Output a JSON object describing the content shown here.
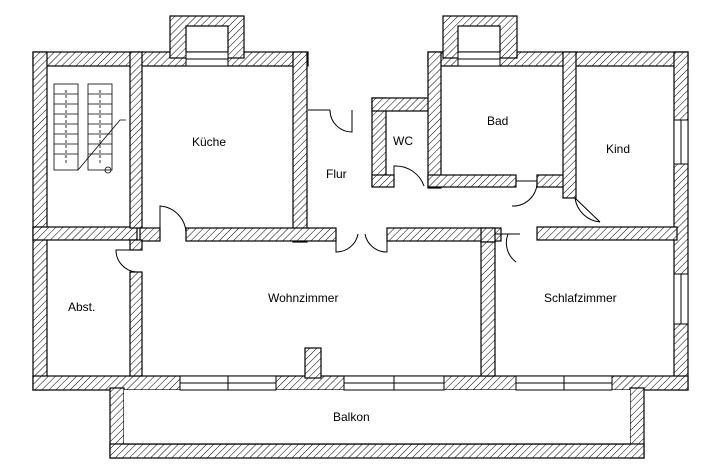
{
  "rooms": {
    "kueche": "Küche",
    "flur": "Flur",
    "wc": "WC",
    "bad": "Bad",
    "kind": "Kind",
    "abst": "Abst.",
    "wohnzimmer": "Wohnzimmer",
    "schlafzimmer": "Schlafzimmer",
    "balkon": "Balkon"
  }
}
